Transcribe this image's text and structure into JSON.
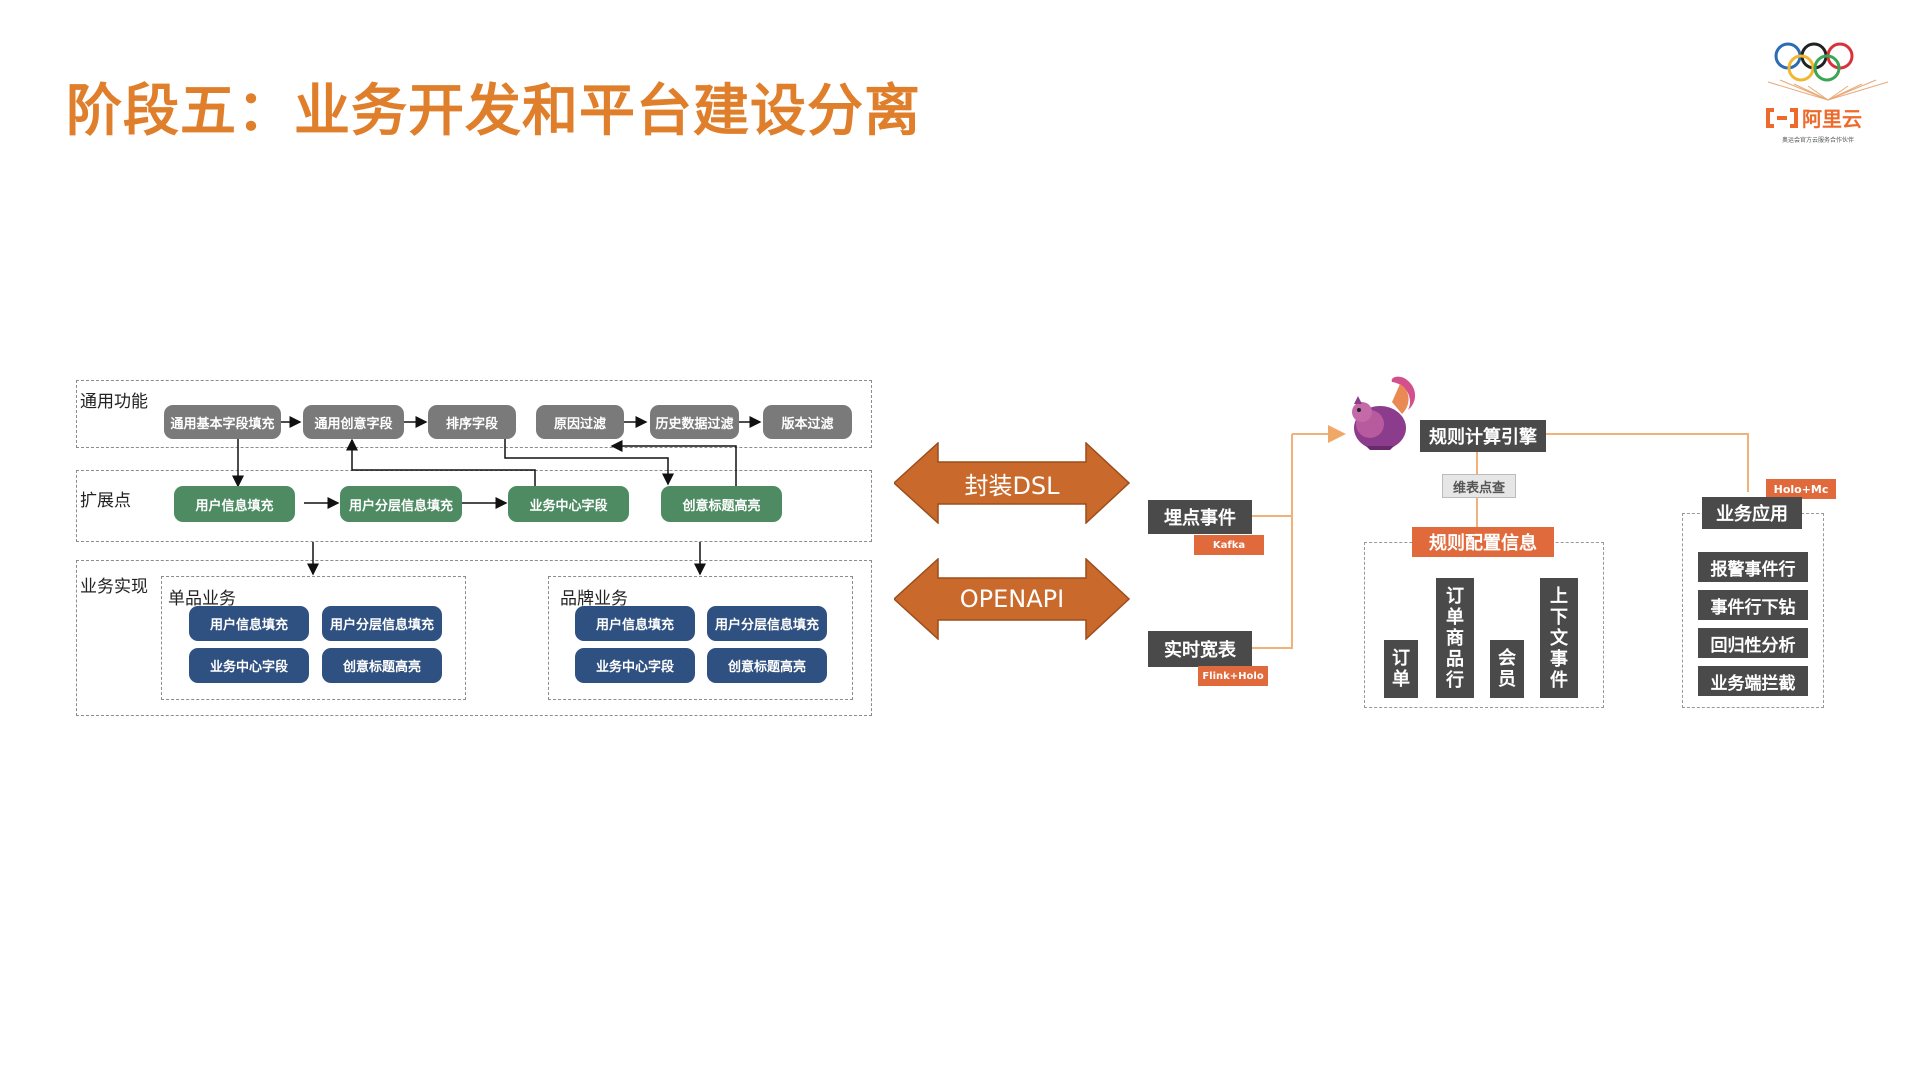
{
  "slide_title": "阶段五：业务开发和平台建设分离",
  "logo": {
    "brand": "阿里云",
    "tagline": "奥运会官方云服务合作伙伴"
  },
  "left": {
    "general": {
      "label": "通用功能",
      "items": [
        "通用基本字段填充",
        "通用创意字段",
        "排序字段",
        "原因过滤",
        "历史数据过滤",
        "版本过滤"
      ]
    },
    "extension": {
      "label": "扩展点",
      "items": [
        "用户信息填充",
        "用户分层信息填充",
        "业务中心字段",
        "创意标题高亮"
      ]
    },
    "impl": {
      "label": "业务实现",
      "single": {
        "label": "单品业务",
        "items": [
          "用户信息填充",
          "用户分层信息填充",
          "业务中心字段",
          "创意标题高亮"
        ]
      },
      "brand": {
        "label": "品牌业务",
        "items": [
          "用户信息填充",
          "用户分层信息填充",
          "业务中心字段",
          "创意标题高亮"
        ]
      }
    }
  },
  "middle": {
    "arrow_top": "封装DSL",
    "arrow_bottom": "OPENAPI"
  },
  "right": {
    "event": "埋点事件",
    "event_tag": "Kafka",
    "wide": "实时宽表",
    "wide_tag": "Flink+Holo",
    "engine": "规则计算引擎",
    "dim": "维表点查",
    "config": {
      "label": "规则配置信息",
      "columns": [
        [
          "订",
          "单"
        ],
        [
          "订",
          "单",
          "商",
          "品",
          "行"
        ],
        [
          "会",
          "员"
        ],
        [
          "上",
          "下",
          "文",
          "事",
          "件"
        ]
      ]
    },
    "app_tag": "Holo+Mc",
    "app": {
      "label": "业务应用",
      "items": [
        "报警事件行",
        "事件行下钻",
        "回归性分析",
        "业务端拦截"
      ]
    }
  },
  "colors": {
    "title": "#e07f2b",
    "gray_box": "#7a7a7a",
    "green_box": "#4e8b62",
    "blue_box": "#2f5181",
    "arrow": "#c96a2c",
    "dark_box": "#4a4a4a",
    "tag": "#e06a3c",
    "line": "#f0b27a"
  }
}
